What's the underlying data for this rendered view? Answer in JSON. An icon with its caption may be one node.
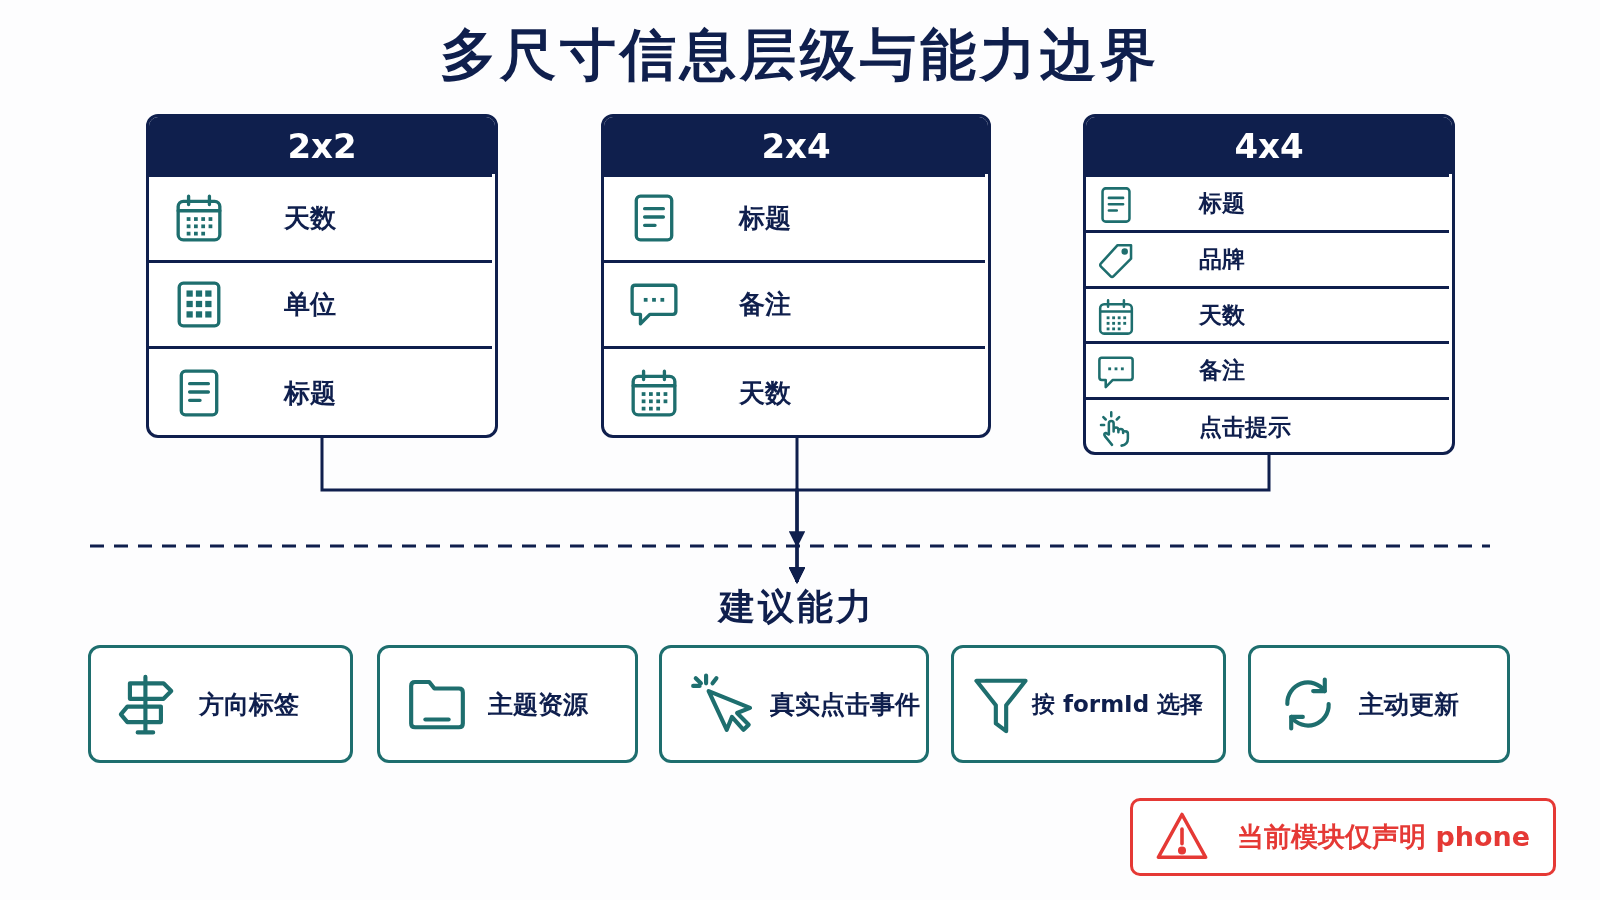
{
  "diagram": {
    "title": "多尺寸信息层级与能力边界",
    "nodes": [
      {
        "text": [
          "2x2"
        ]
      },
      {
        "text": [
          "天数"
        ],
        "in": 0
      },
      {
        "text": [
          "单位"
        ],
        "in": 0
      },
      {
        "text": [
          "标题"
        ],
        "in": 0
      },
      {
        "text": [
          "2x4"
        ]
      },
      {
        "text": [
          "标题"
        ],
        "in": 4
      },
      {
        "text": [
          "备注"
        ],
        "in": 4
      },
      {
        "text": [
          "天数"
        ],
        "in": 4
      },
      {
        "text": [
          "4x4"
        ]
      },
      {
        "text": [
          "标题"
        ],
        "in": 8
      },
      {
        "text": [
          "品牌"
        ],
        "in": 8
      },
      {
        "text": [
          "天数"
        ],
        "in": 8
      },
      {
        "text": [
          "备注"
        ],
        "in": 8
      },
      {
        "text": [
          "点击提示"
        ],
        "in": 8
      },
      {
        "text": [
          "建议能力"
        ]
      },
      {
        "text": [
          "方向标签"
        ]
      },
      {
        "text": [
          "主题资源"
        ]
      },
      {
        "text": [
          "真实点击事件"
        ]
      },
      {
        "text": [
          "按 formId 选择"
        ]
      },
      {
        "text": [
          "主动更新"
        ]
      },
      {
        "text": [
          "当前模块仅声明 phone"
        ]
      }
    ],
    "edges": [
      {
        "from": 0,
        "to": 14,
        "arrow": "to"
      },
      {
        "from": 4,
        "to": 14,
        "arrow": "to"
      },
      {
        "from": 8,
        "to": 14,
        "arrow": "to"
      }
    ]
  }
}
